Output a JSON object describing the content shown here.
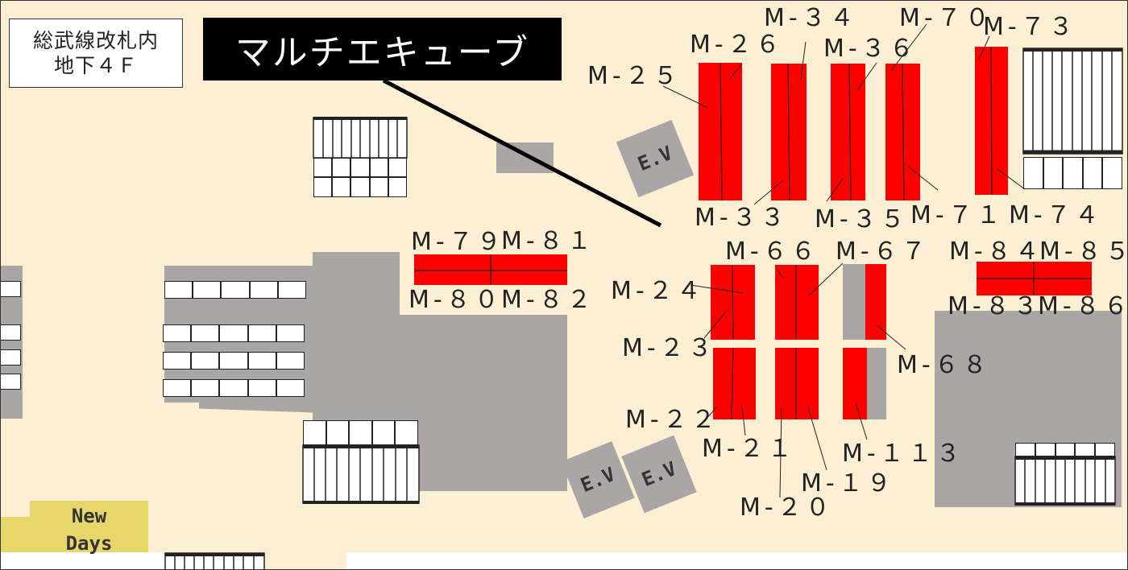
{
  "map": {
    "location_label_line1": "総武線改札内",
    "location_label_line2": "地下４Ｆ",
    "title": "マルチエキューブ",
    "elevator_label": "E.V",
    "newdays_line1": "New",
    "newdays_line2": "Days"
  },
  "spots": {
    "m25": "M-２５",
    "m26": "M-２６",
    "m34": "M-３４",
    "m36": "M-３６",
    "m70": "M-７０",
    "m73": "M-７３",
    "m33": "M-３３",
    "m35": "M-３５",
    "m71": "M-７１",
    "m74": "M-７４",
    "m79": "M-７９",
    "m81": "M-８１",
    "m80": "M-８０",
    "m82": "M-８２",
    "m66": "M-６６",
    "m67": "M-６７",
    "m24": "M-２４",
    "m23": "M-２３",
    "m68": "M-６８",
    "m22": "M-２２",
    "m21": "M-２１",
    "m20": "M-２０",
    "m19": "M-１９",
    "m113": "M-１１３",
    "m84": "M-８４",
    "m85": "M-８５",
    "m83": "M-８３",
    "m86": "M-８６"
  }
}
